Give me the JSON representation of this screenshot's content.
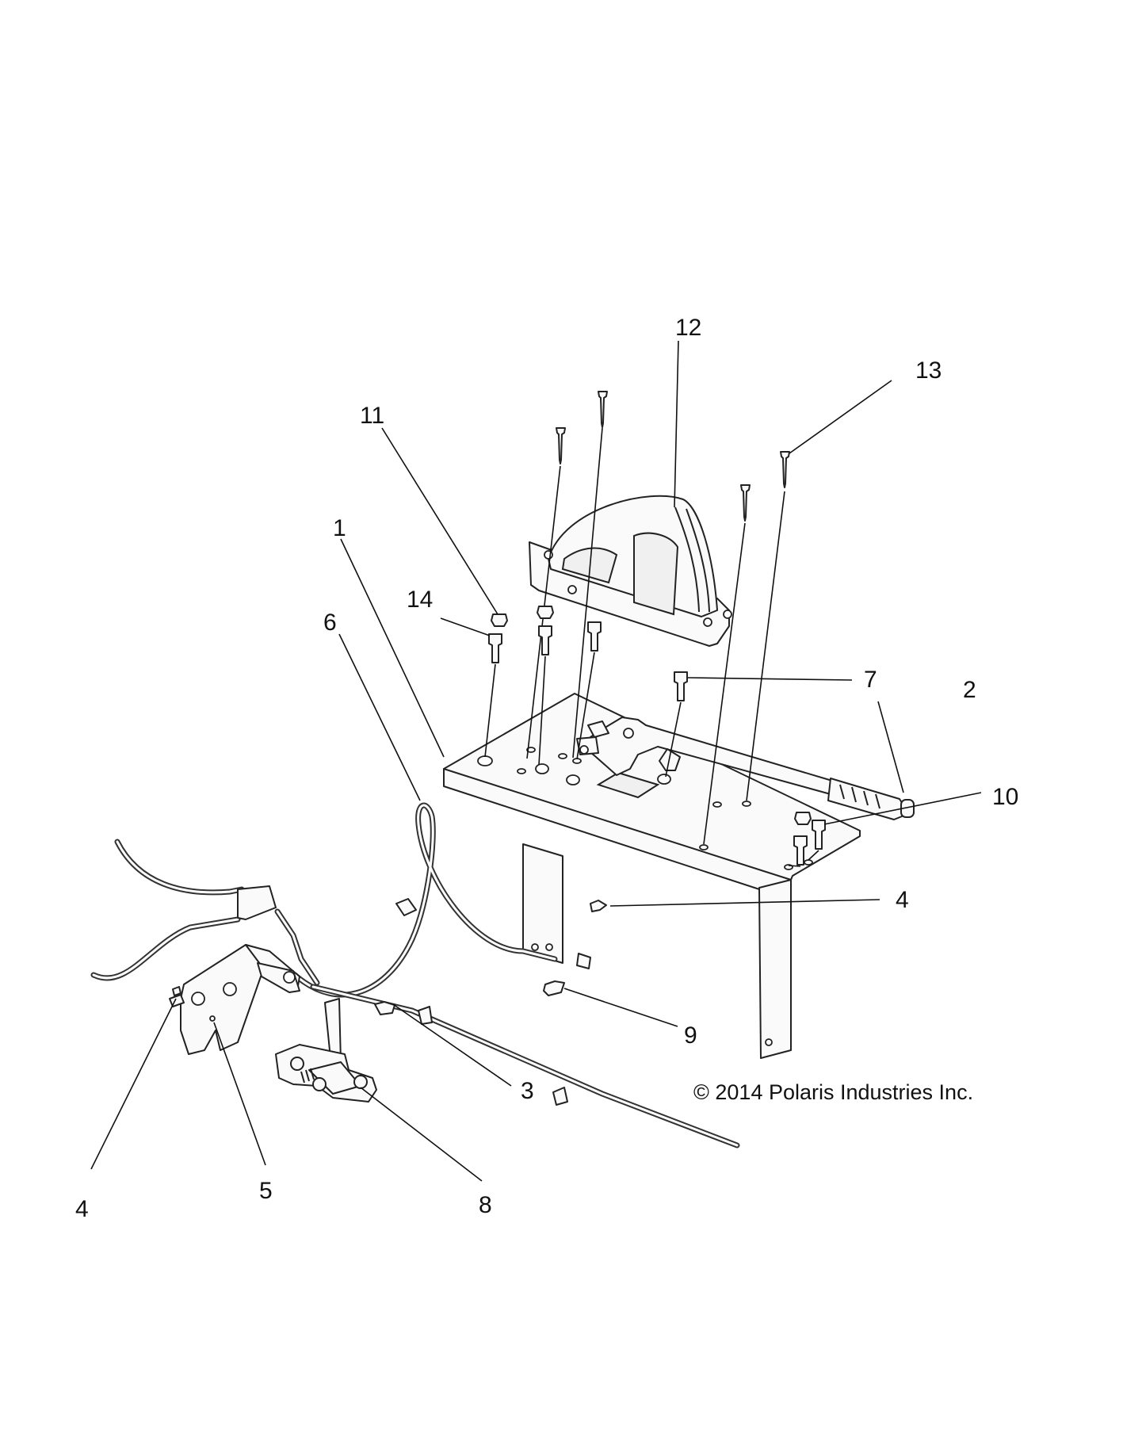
{
  "callouts": [
    {
      "id": "1",
      "label": "1"
    },
    {
      "id": "2",
      "label": "2"
    },
    {
      "id": "3",
      "label": "3"
    },
    {
      "id": "4a",
      "label": "4"
    },
    {
      "id": "4b",
      "label": "4"
    },
    {
      "id": "5",
      "label": "5"
    },
    {
      "id": "6",
      "label": "6"
    },
    {
      "id": "7",
      "label": "7"
    },
    {
      "id": "8",
      "label": "8"
    },
    {
      "id": "9",
      "label": "9"
    },
    {
      "id": "10",
      "label": "10"
    },
    {
      "id": "11",
      "label": "11"
    },
    {
      "id": "12",
      "label": "12"
    },
    {
      "id": "13",
      "label": "13"
    },
    {
      "id": "14",
      "label": "14"
    }
  ],
  "copyright": "© 2014 Polaris Industries Inc."
}
